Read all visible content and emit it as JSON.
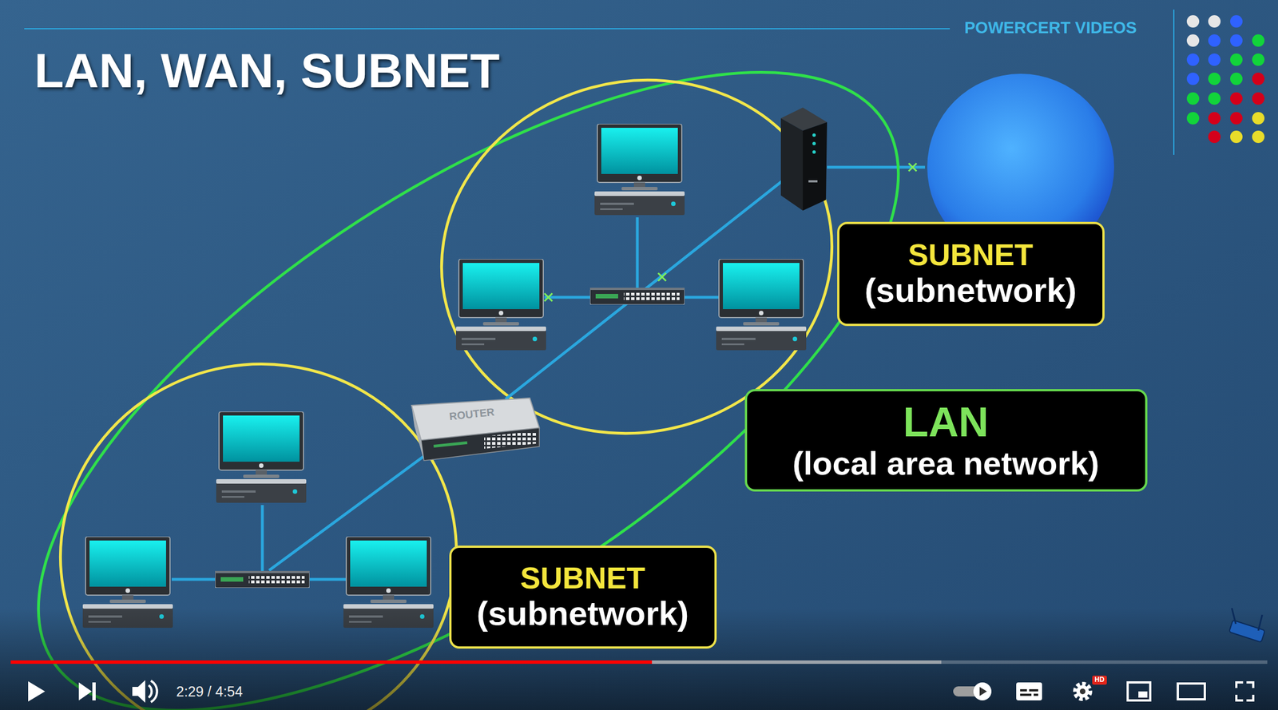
{
  "diagram": {
    "title": "LAN, WAN, SUBNET",
    "nodes": [
      {
        "text": [
          "SUBNET",
          "(subnetwork)"
        ]
      },
      {
        "text": [
          "LAN",
          "(local area network)"
        ]
      },
      {
        "text": [
          "SUBNET",
          "(subnetwork)"
        ]
      }
    ],
    "labels": [
      "POWERCERT VIDEOS",
      "ROUTER",
      "2:29 / 4:54",
      "HD"
    ]
  }
}
